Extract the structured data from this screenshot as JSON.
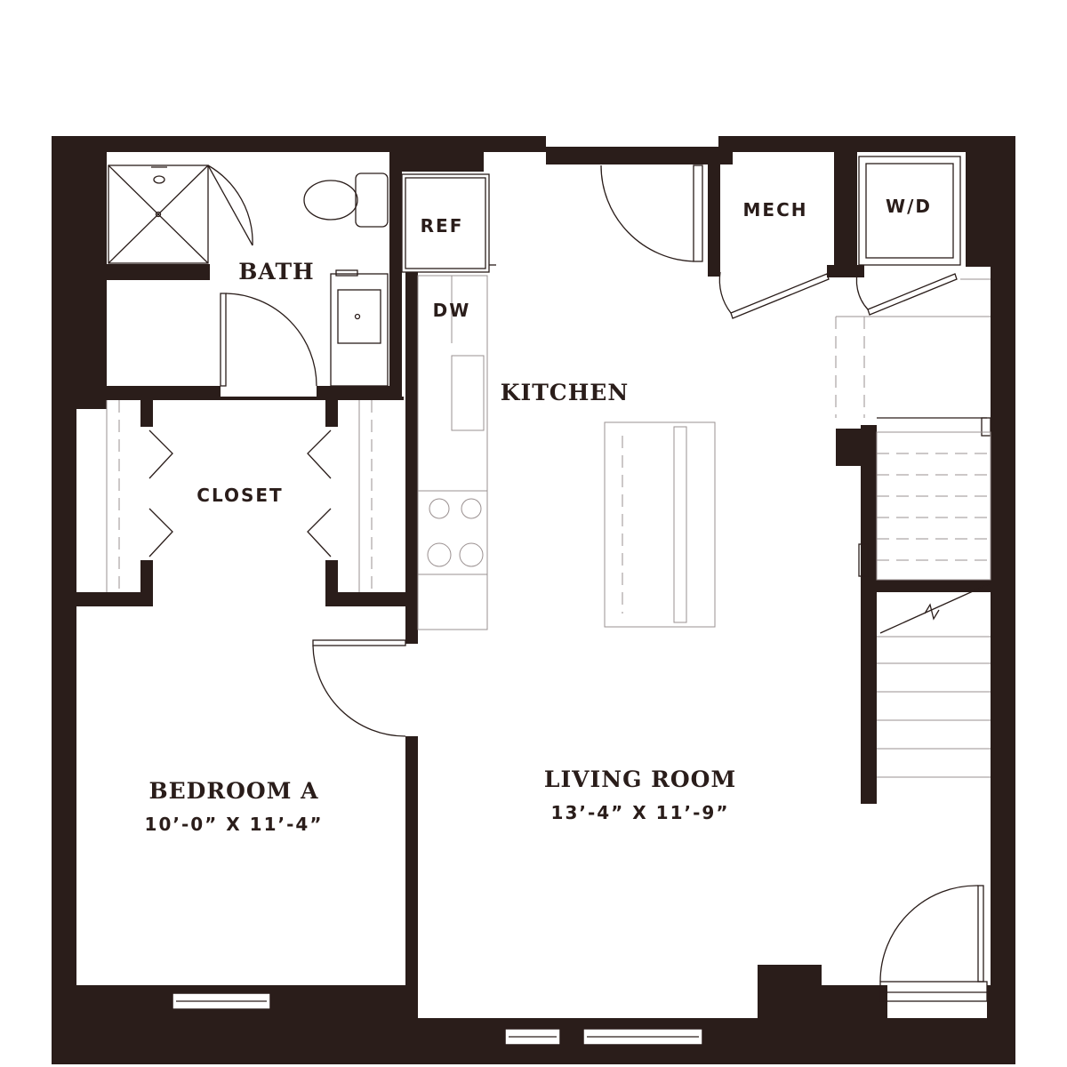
{
  "rooms": {
    "bath": {
      "label": "BATH"
    },
    "ref": {
      "label": "REF"
    },
    "dw": {
      "label": "DW"
    },
    "mech": {
      "label": "MECH"
    },
    "wd": {
      "label": "W/D"
    },
    "kitchen": {
      "label": "KITCHEN"
    },
    "closet": {
      "label": "CLOSET"
    },
    "bedroom": {
      "label": "BEDROOM A",
      "dimensions": "10’-0” X 11’-4”"
    },
    "living": {
      "label": "LIVING ROOM",
      "dimensions": "13’-4” X 11’-9”"
    }
  },
  "colors": {
    "wall": "#2a1d1a",
    "fixture": "#9a9090",
    "background": "#ffffff"
  }
}
